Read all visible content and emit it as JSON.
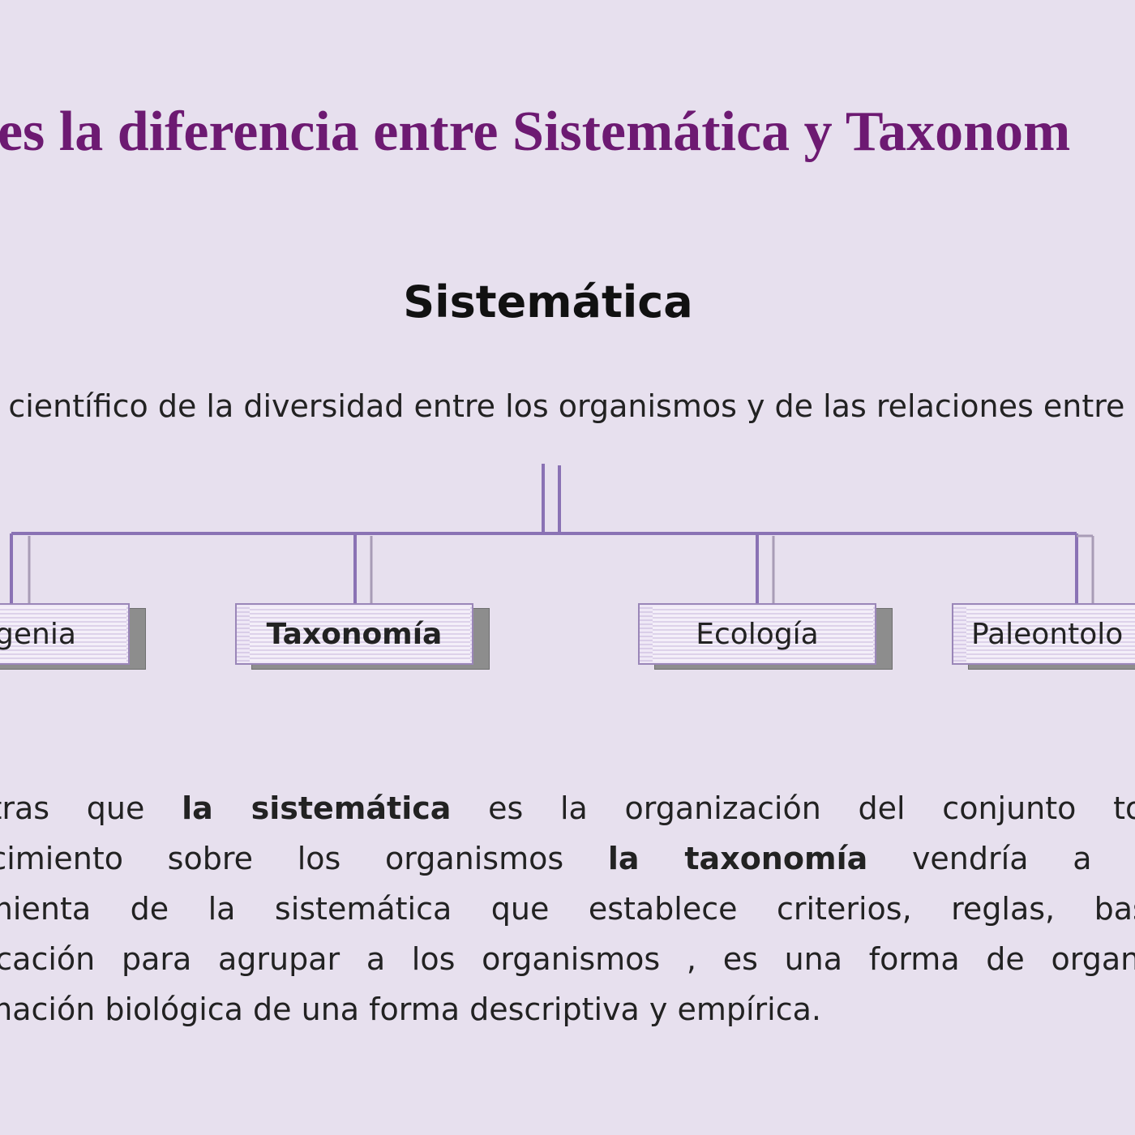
{
  "slide": {
    "title": "l es la diferencia entre Sistemática y Taxonom",
    "heading": "Sistemática",
    "definition": "o científico de la diversidad entre los organismos y de las relaciones entre e"
  },
  "diagram": {
    "nodes": [
      {
        "label": "genia"
      },
      {
        "label": "Taxonomía"
      },
      {
        "label": "Ecología"
      },
      {
        "label": "Paleontolo"
      }
    ]
  },
  "paragraph": {
    "line1": {
      "pre": "entras que ",
      "bold": "la sistemática",
      "post": " es la organización del conjunto total"
    },
    "line2": {
      "pre": "nocimiento sobre los organismos ",
      "bold": "la taxonomía",
      "post": " vendría a ser"
    },
    "line3": "ramienta de la sistemática que establece criterios, reglas, bases",
    "line4": "sificación para agrupar a los organismos , es una forma de organiza",
    "line5": "ormación biológica de una forma descriptiva y empírica."
  },
  "colors": {
    "background": "#e7e0ee",
    "title": "#6d1a72",
    "connector": "#8a72b4"
  }
}
